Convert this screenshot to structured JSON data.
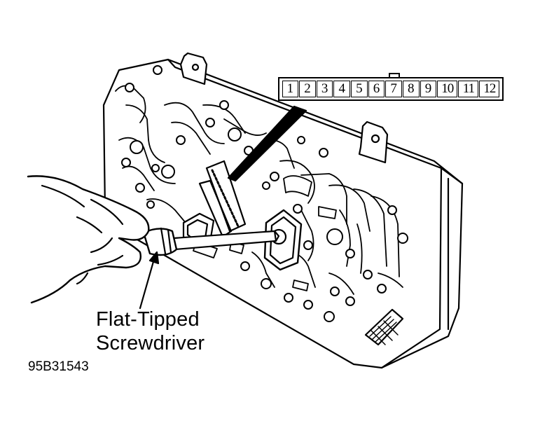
{
  "connector": {
    "pins": [
      "1",
      "2",
      "3",
      "4",
      "5",
      "6",
      "7",
      "8",
      "9",
      "10",
      "11",
      "12"
    ]
  },
  "callout": {
    "line1": "Flat-Tipped",
    "line2": "Screwdriver"
  },
  "figure_id": "95B31543",
  "colors": {
    "ink": "#000000",
    "paper": "#ffffff",
    "shade": "#d8d8d8"
  }
}
